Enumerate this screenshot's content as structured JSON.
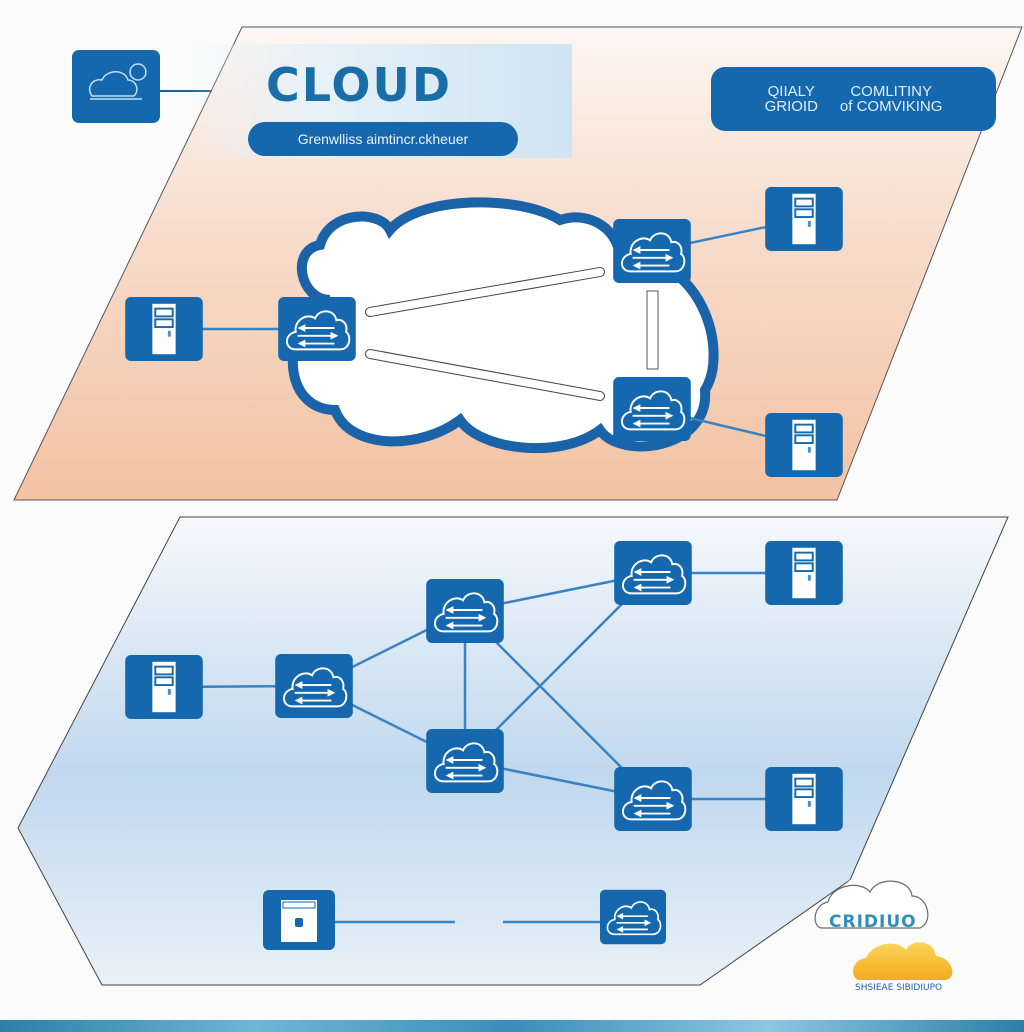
{
  "header": {
    "title": "CLOUD",
    "subtitle": "Grenwlliss aimtincr.ckheuer",
    "badge": {
      "line1_left": "QIIALY",
      "line2_left": "GRIOID",
      "line1_right": "COMLITINY",
      "line2_right": "of COMVIKING"
    }
  },
  "colors": {
    "node_blue": "#1568ad",
    "link_blue": "#3a82c2",
    "panel_top_peach": "#f4c4a4",
    "panel_bottom_blue": "#bdd6ec",
    "logo_yellow": "#f5b52a"
  },
  "diagram": {
    "top_panel": {
      "nodes": [
        {
          "id": "t-server-left",
          "type": "server",
          "icon": "server-icon"
        },
        {
          "id": "t-router-left",
          "type": "router",
          "icon": "cloud-transfer-icon"
        },
        {
          "id": "t-router-top-right",
          "type": "router",
          "icon": "cloud-transfer-icon"
        },
        {
          "id": "t-router-bottom-right",
          "type": "router",
          "icon": "cloud-transfer-icon"
        },
        {
          "id": "t-server-top-right",
          "type": "server",
          "icon": "server-icon"
        },
        {
          "id": "t-server-bottom-right",
          "type": "server",
          "icon": "server-icon"
        }
      ],
      "edges": [
        [
          "t-server-left",
          "t-router-left"
        ],
        [
          "t-router-top-right",
          "t-server-top-right"
        ],
        [
          "t-router-bottom-right",
          "t-server-bottom-right"
        ]
      ],
      "pipes": [
        [
          "t-router-left",
          "t-router-top-right"
        ],
        [
          "t-router-left",
          "t-router-bottom-right"
        ],
        [
          "t-router-top-right",
          "t-router-bottom-right"
        ]
      ]
    },
    "bottom_panel": {
      "nodes": [
        {
          "id": "b-server-left",
          "type": "server",
          "icon": "server-icon"
        },
        {
          "id": "b-router-left",
          "type": "router",
          "icon": "cloud-transfer-icon"
        },
        {
          "id": "b-router-mid-top",
          "type": "router",
          "icon": "cloud-transfer-icon"
        },
        {
          "id": "b-router-mid-bottom",
          "type": "router",
          "icon": "cloud-transfer-icon"
        },
        {
          "id": "b-router-right-top",
          "type": "router",
          "icon": "cloud-transfer-icon"
        },
        {
          "id": "b-router-right-bottom",
          "type": "router",
          "icon": "cloud-transfer-icon"
        },
        {
          "id": "b-server-right-top",
          "type": "server",
          "icon": "server-icon"
        },
        {
          "id": "b-server-right-bottom",
          "type": "server",
          "icon": "server-icon"
        },
        {
          "id": "b-storage",
          "type": "storage",
          "icon": "storage-icon"
        },
        {
          "id": "b-router-small",
          "type": "router",
          "icon": "cloud-transfer-icon"
        }
      ],
      "edges": [
        [
          "b-server-left",
          "b-router-left"
        ],
        [
          "b-router-left",
          "b-router-mid-top"
        ],
        [
          "b-router-left",
          "b-router-mid-bottom"
        ],
        [
          "b-router-mid-top",
          "b-router-mid-bottom"
        ],
        [
          "b-router-mid-top",
          "b-router-right-top"
        ],
        [
          "b-router-mid-top",
          "b-router-right-bottom"
        ],
        [
          "b-router-mid-bottom",
          "b-router-right-top"
        ],
        [
          "b-router-mid-bottom",
          "b-router-right-bottom"
        ],
        [
          "b-router-right-top",
          "b-server-right-top"
        ],
        [
          "b-router-right-bottom",
          "b-server-right-bottom"
        ],
        [
          "b-storage",
          "b-router-small"
        ]
      ]
    }
  },
  "logo": {
    "top_text": "CRIDIUO",
    "bottom_text": "SHSIEAE SIBIDIUPO"
  }
}
